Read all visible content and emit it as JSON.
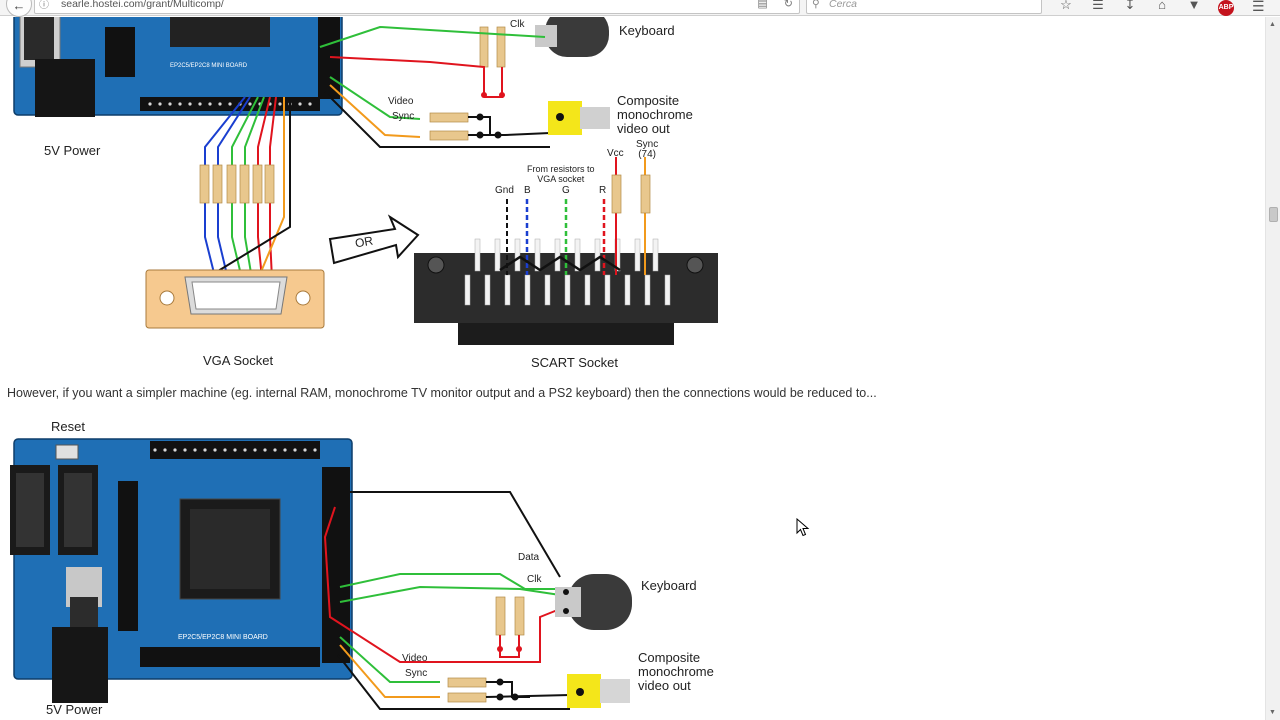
{
  "browser": {
    "url": "searle.hostei.com/grant/Multicomp/",
    "search_placeholder": "Cerca",
    "adblock_label": "ABP"
  },
  "diagram1": {
    "power_label": "5V Power",
    "keyboard_label": "Keyboard",
    "clk_label": "Clk",
    "video_label": "Video",
    "sync_label": "Sync",
    "composite_line1": "Composite",
    "composite_line2": "monochrome",
    "composite_line3": "video out",
    "or_label": "OR",
    "vga_socket_label": "VGA Socket",
    "scart_socket_label": "SCART Socket",
    "scart_from_resistors_line1": "From resistors to",
    "scart_from_resistors_line2": "VGA socket",
    "scart_pin_gnd": "Gnd",
    "scart_pin_b": "B",
    "scart_pin_g": "G",
    "scart_pin_r": "R",
    "scart_pin_vcc": "Vcc",
    "scart_pin_sync_line1": "Sync",
    "scart_pin_sync_line2": "(74)"
  },
  "paragraph": "However, if you want a simpler machine (eg. internal RAM, monochrome TV monitor output and a PS2 keyboard) then the connections would be reduced to...",
  "diagram2": {
    "reset_label": "Reset",
    "power_label": "5V Power",
    "keyboard_label": "Keyboard",
    "data_label": "Data",
    "clk_label": "Clk",
    "video_label": "Video",
    "sync_label": "Sync",
    "composite_line1": "Composite",
    "composite_line2": "monochrome",
    "composite_line3": "video out",
    "board_text": "EP2C5/EP2C8 MINI BOARD"
  },
  "colors": {
    "board_blue": "#1f6fb5",
    "wire_red": "#e0141e",
    "wire_green": "#2fbf3a",
    "wire_blue": "#1a3fd0",
    "wire_orange": "#f29a1c",
    "connector_yellow": "#f4e61a"
  }
}
